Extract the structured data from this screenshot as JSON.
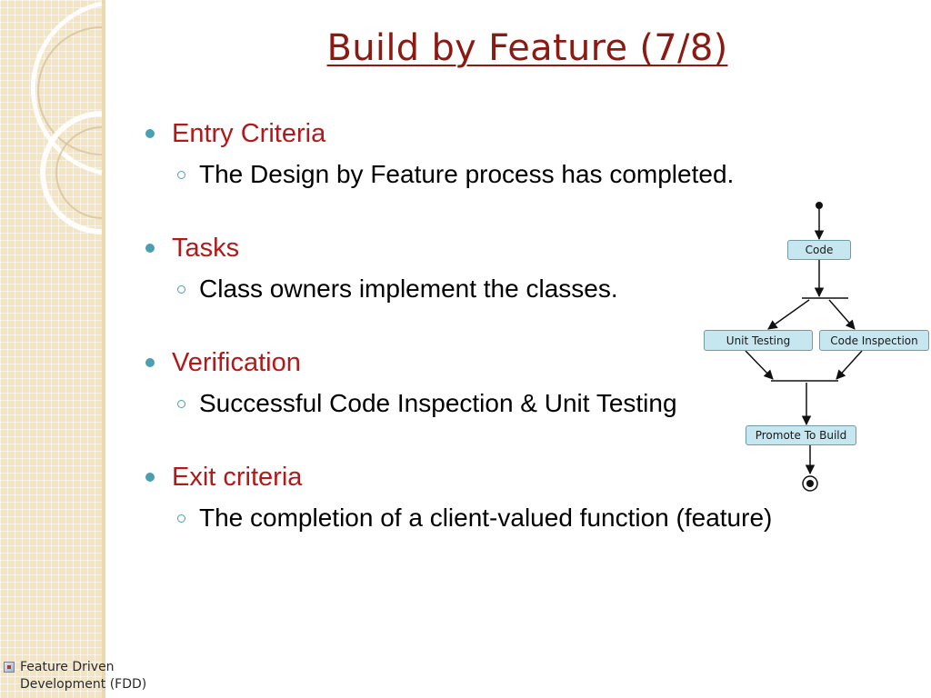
{
  "slide": {
    "title": "Build by Feature (7/8)",
    "sections": [
      {
        "heading": "Entry Criteria",
        "item": "The Design by Feature process has completed."
      },
      {
        "heading": "Tasks",
        "item": "Class owners implement the classes."
      },
      {
        "heading": "Verification",
        "item": "Successful Code Inspection & Unit Testing"
      },
      {
        "heading": "Exit criteria",
        "item": "The completion of a client-valued function (feature)"
      }
    ]
  },
  "diagram": {
    "nodes": {
      "code": "Code",
      "unit_testing": "Unit Testing",
      "code_inspection": "Code Inspection",
      "promote": "Promote To Build"
    }
  },
  "footer": {
    "line1": "Feature Driven",
    "line2": "Development (FDD)"
  },
  "colors": {
    "title": "#8b1a12",
    "heading": "#b11a1a",
    "bullet": "#4a9fb0",
    "node_fill": "#c6e6f0",
    "band": "#f3e4c4"
  },
  "icons": {
    "bullet_level1": "filled-circle",
    "bullet_level2": "hollow-circle",
    "footer": "document-icon"
  }
}
